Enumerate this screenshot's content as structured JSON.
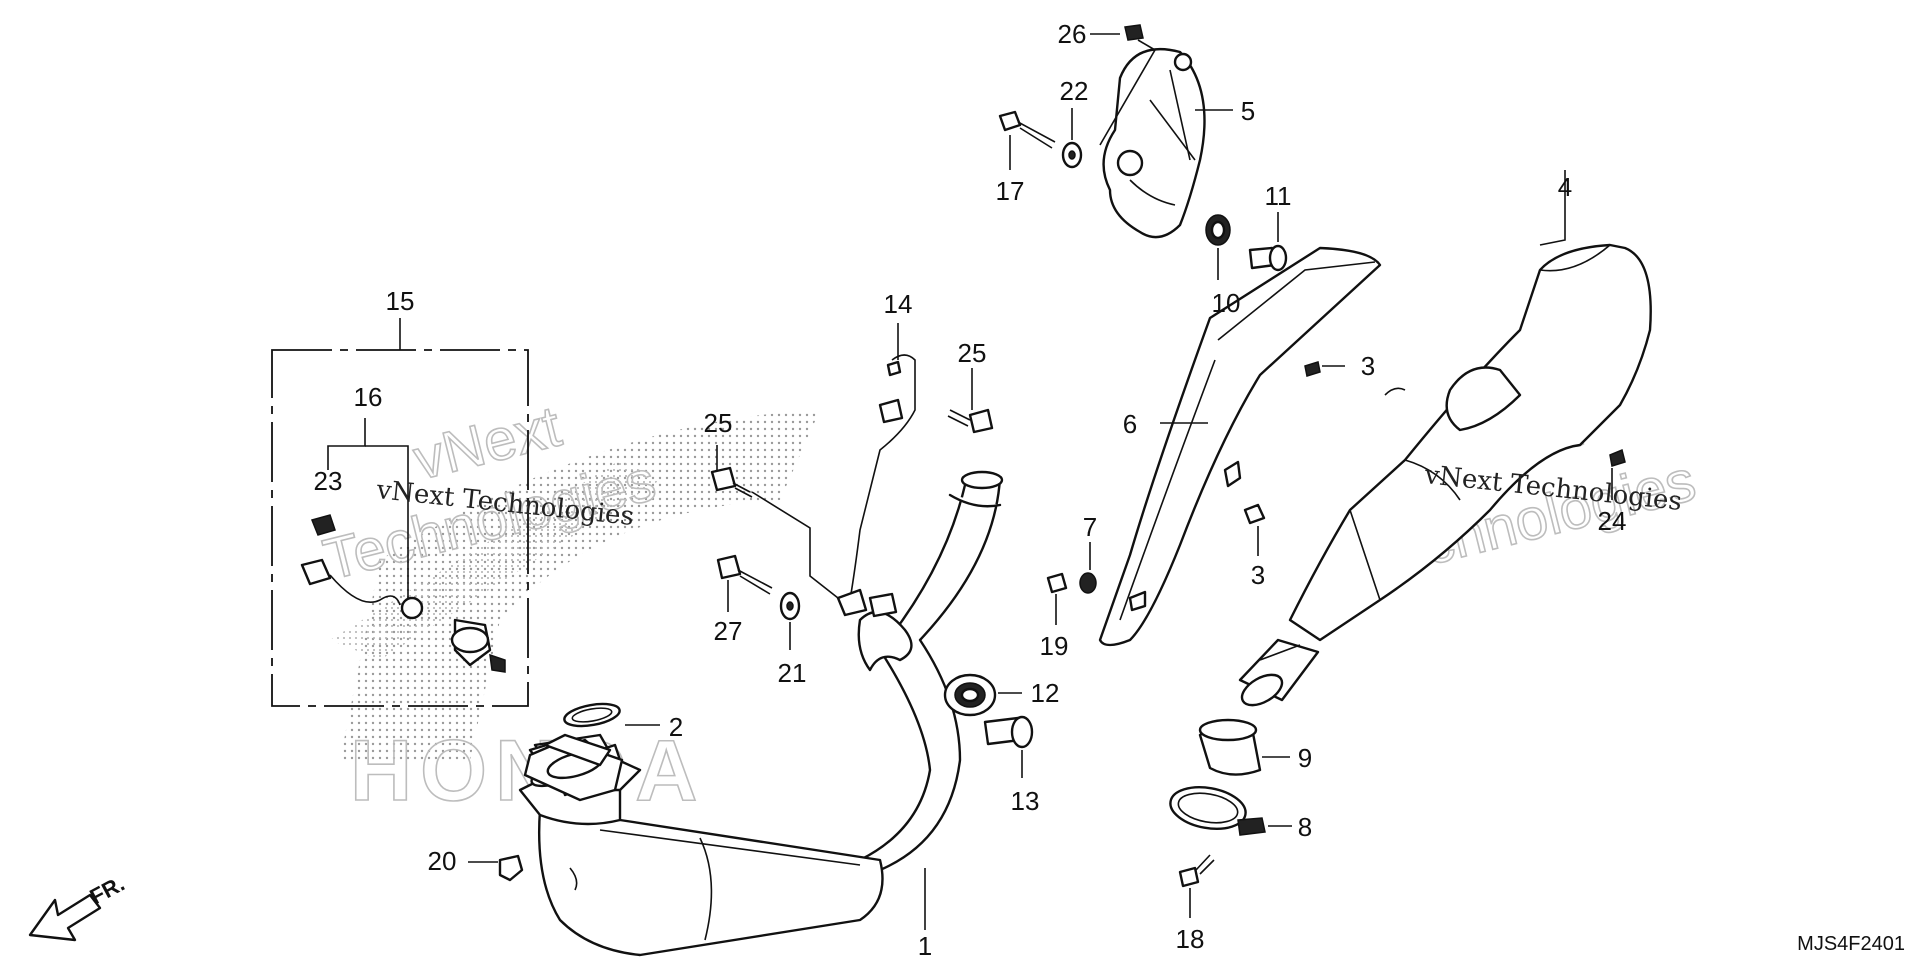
{
  "callouts": [
    {
      "id": "c1",
      "text": "1"
    },
    {
      "id": "c2",
      "text": "2"
    },
    {
      "id": "c3a",
      "text": "3"
    },
    {
      "id": "c3b",
      "text": "3"
    },
    {
      "id": "c4",
      "text": "4"
    },
    {
      "id": "c5",
      "text": "5"
    },
    {
      "id": "c6",
      "text": "6"
    },
    {
      "id": "c7",
      "text": "7"
    },
    {
      "id": "c8",
      "text": "8"
    },
    {
      "id": "c9",
      "text": "9"
    },
    {
      "id": "c10",
      "text": "10"
    },
    {
      "id": "c11",
      "text": "11"
    },
    {
      "id": "c12",
      "text": "12"
    },
    {
      "id": "c13",
      "text": "13"
    },
    {
      "id": "c14",
      "text": "14"
    },
    {
      "id": "c15",
      "text": "15"
    },
    {
      "id": "c16",
      "text": "16"
    },
    {
      "id": "c17",
      "text": "17"
    },
    {
      "id": "c18",
      "text": "18"
    },
    {
      "id": "c19",
      "text": "19"
    },
    {
      "id": "c20",
      "text": "20"
    },
    {
      "id": "c21",
      "text": "21"
    },
    {
      "id": "c22",
      "text": "22"
    },
    {
      "id": "c23",
      "text": "23"
    },
    {
      "id": "c24",
      "text": "24"
    },
    {
      "id": "c25a",
      "text": "25"
    },
    {
      "id": "c25b",
      "text": "25"
    },
    {
      "id": "c26",
      "text": "26"
    },
    {
      "id": "c27",
      "text": "27"
    }
  ],
  "diagram_code": "MJS4F2401",
  "front_marker": "FR.",
  "watermarks": {
    "left_small": "vNext Technologies",
    "right_small": "vNext Technologies",
    "big_vnext": "vNext",
    "big_tech": "Technologies",
    "brand": "HONDA"
  },
  "colors": {
    "line": "#111111",
    "stipple": "#999999",
    "background": "#ffffff"
  },
  "icons": {
    "front_arrow": "arrow-down-left-icon"
  }
}
